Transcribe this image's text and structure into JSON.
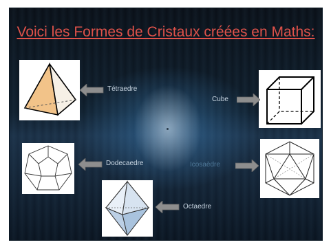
{
  "slide": {
    "title": "Voici les Formes de Cristaux créées en Maths:",
    "title_color": "#e0524a",
    "shapes": [
      {
        "label": "Tétraedre",
        "icon": "tetrahedron-icon"
      },
      {
        "label": "Cube",
        "icon": "cube-icon"
      },
      {
        "label": "Dodecaedre",
        "icon": "dodecahedron-icon"
      },
      {
        "label": "Icosaèdre",
        "icon": "icosahedron-icon"
      },
      {
        "label": "Octaedre",
        "icon": "octahedron-icon"
      }
    ],
    "arrow_color": "#8e8e8e"
  }
}
